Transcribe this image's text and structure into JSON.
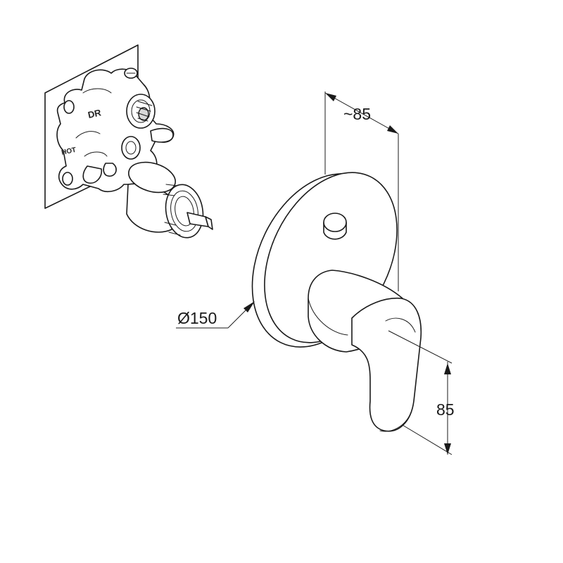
{
  "dimensions": {
    "depth_label": "~85",
    "diameter_label": "Ø150",
    "handle_length_label": "85"
  },
  "body_stamps": {
    "top": "DR",
    "bottom": "HOT"
  }
}
